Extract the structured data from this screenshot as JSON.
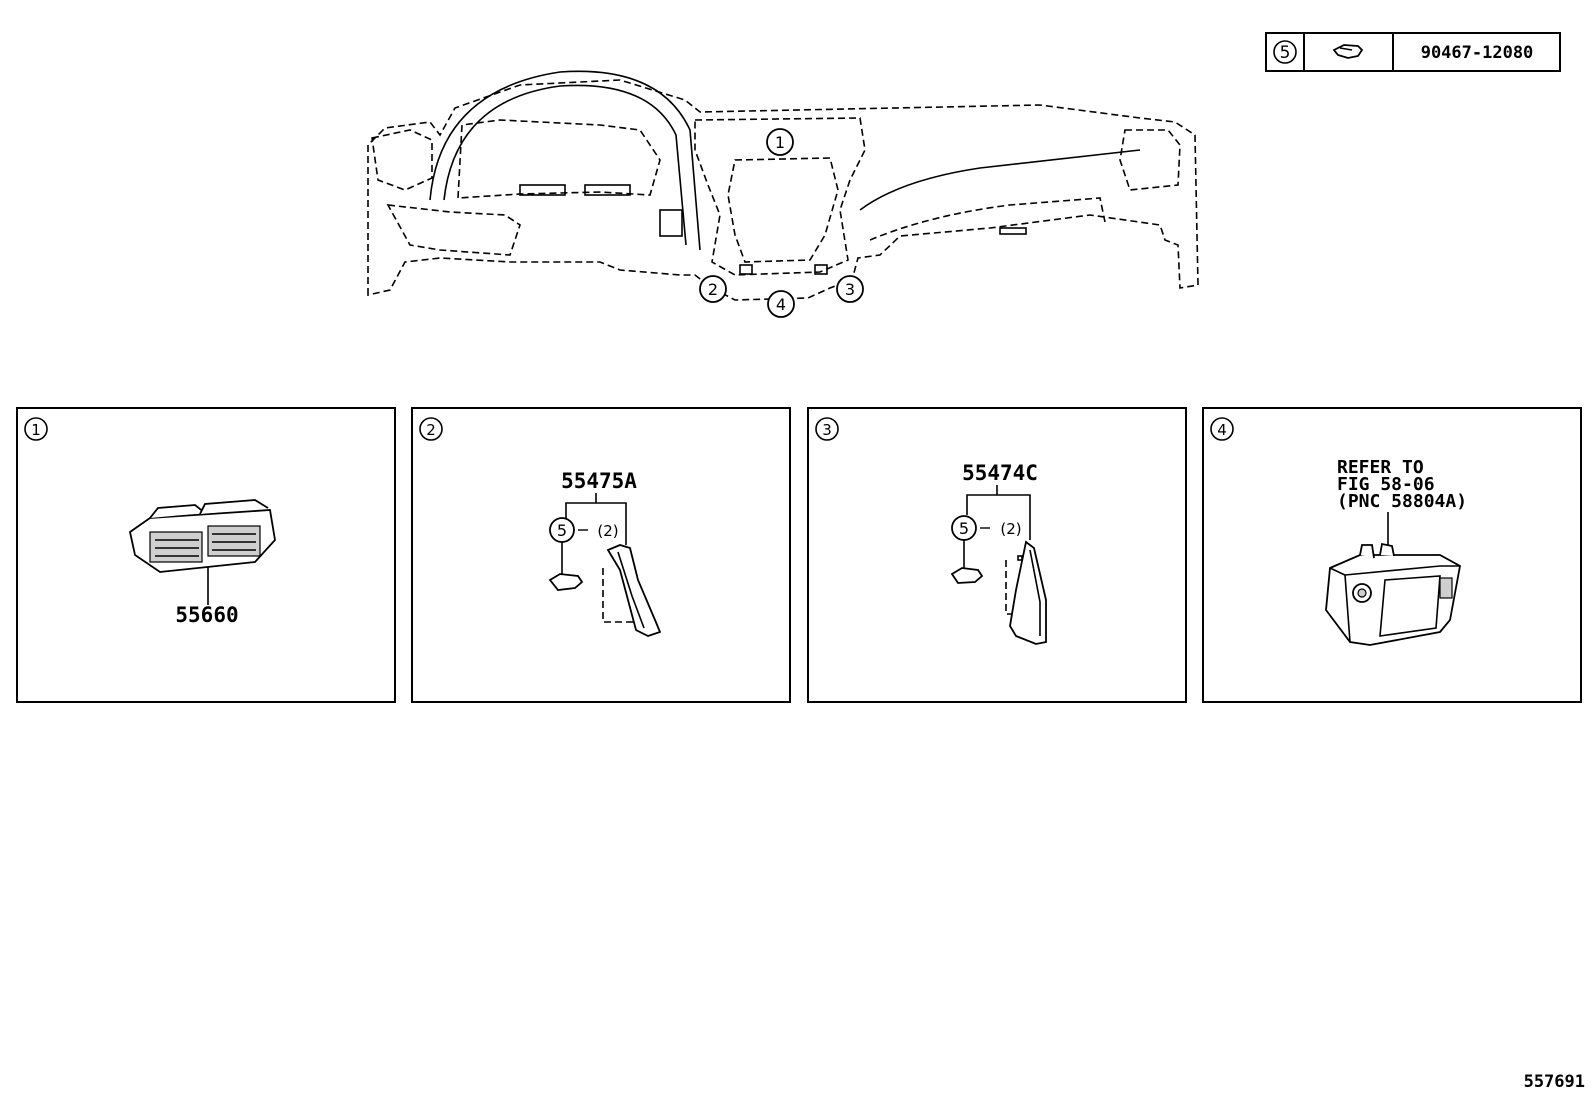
{
  "legend": {
    "ref": "5",
    "part_number": "90467-12080",
    "icon": "clip-icon"
  },
  "overview": {
    "callouts": [
      "1",
      "2",
      "3",
      "4"
    ]
  },
  "panels": [
    {
      "index": "1",
      "part_number": "55660"
    },
    {
      "index": "2",
      "part_number": "55475A",
      "fastener_ref": "5",
      "fastener_qty": "(2)"
    },
    {
      "index": "3",
      "part_number": "55474C",
      "fastener_ref": "5",
      "fastener_qty": "(2)"
    },
    {
      "index": "4",
      "refer_lines": [
        "REFER TO",
        "FIG 58-06",
        "(PNC 58804A)"
      ]
    }
  ],
  "figure_id": "557691"
}
